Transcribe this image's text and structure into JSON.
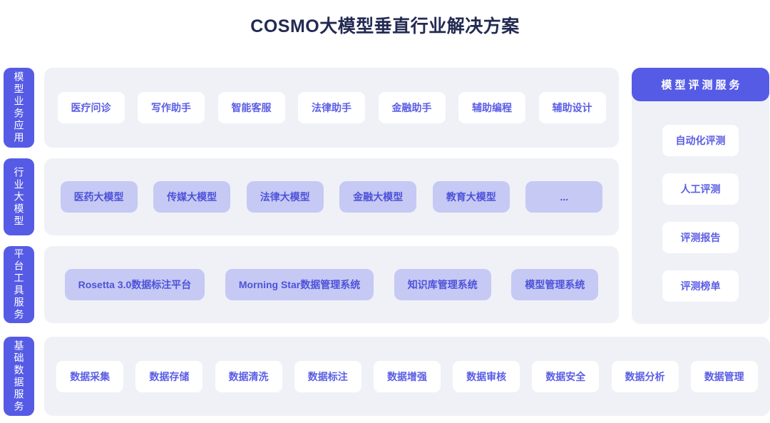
{
  "title": "COSMO大模型垂直行业解决方案",
  "colors": {
    "accent": "#565BE5",
    "panel_bg": "#EFF1F7",
    "chip_light_bg": "#C5C9F4",
    "chip_text": "#5B5EE4",
    "chip_light_text": "#4E52D9",
    "title_color": "#232A52"
  },
  "rows": [
    {
      "label": "模型业务应用",
      "items": [
        "医疗问诊",
        "写作助手",
        "智能客服",
        "法律助手",
        "金融助手",
        "辅助编程",
        "辅助设计"
      ]
    },
    {
      "label": "行业大模型",
      "items": [
        "医药大模型",
        "传媒大模型",
        "法律大模型",
        "金融大模型",
        "教育大模型",
        "..."
      ]
    },
    {
      "label": "平台工具服务",
      "items": [
        "Rosetta 3.0数据标注平台",
        "Morning Star数据管理系统",
        "知识库管理系统",
        "模型管理系统"
      ]
    },
    {
      "label": "基础数据服务",
      "items": [
        "数据采集",
        "数据存储",
        "数据清洗",
        "数据标注",
        "数据增强",
        "数据审核",
        "数据安全",
        "数据分析",
        "数据管理"
      ]
    }
  ],
  "evaluation_panel": {
    "header": "模型评测服务",
    "items": [
      "自动化评测",
      "人工评测",
      "评测报告",
      "评测榜单"
    ]
  }
}
